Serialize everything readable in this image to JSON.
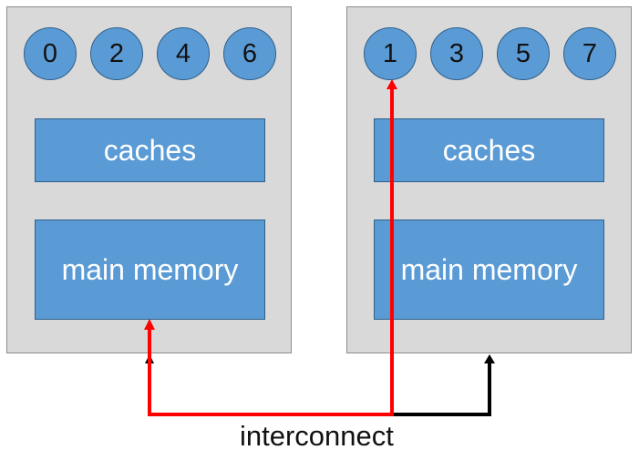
{
  "colors": {
    "node_bg": "#d9d9d9",
    "block_fill": "#5b9bd5",
    "highlight_path": "#ff0000",
    "normal_path": "#000000"
  },
  "nodes": [
    {
      "cores": [
        "0",
        "2",
        "4",
        "6"
      ],
      "caches_label": "caches",
      "memory_label": "main memory"
    },
    {
      "cores": [
        "1",
        "3",
        "5",
        "7"
      ],
      "caches_label": "caches",
      "memory_label": "main memory"
    }
  ],
  "interconnect_label": "interconnect"
}
